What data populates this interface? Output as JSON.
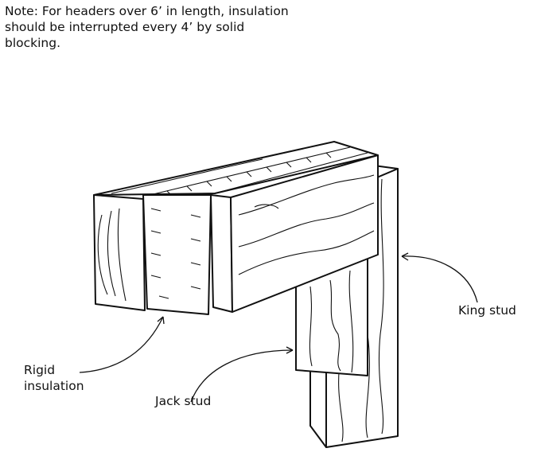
{
  "note": "Note: For headers over 6’ in length, insulation should be interrupted every 4’ by solid blocking.",
  "labels": {
    "rigid_insulation_line1": "Rigid",
    "rigid_insulation_line2": "insulation",
    "jack_stud": "Jack stud",
    "king_stud": "King stud"
  }
}
